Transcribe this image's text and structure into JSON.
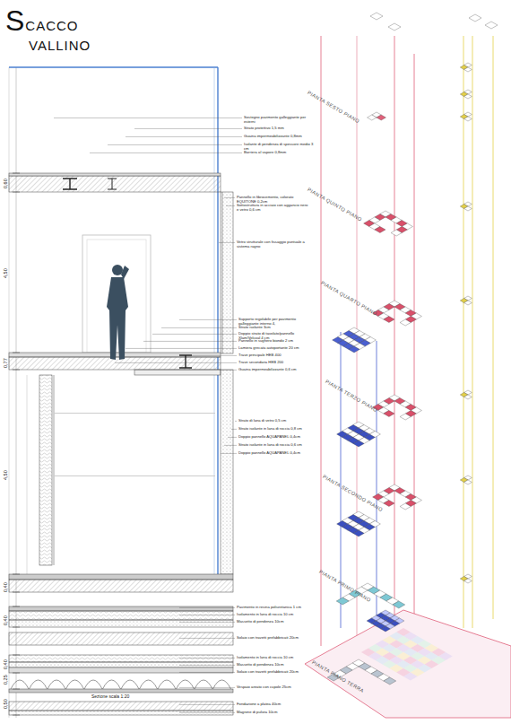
{
  "diagram": {
    "title": "SCACCO VALLINO",
    "caption": "Sezione scala 1:20",
    "labels": [
      "Sostegno pavimento galleggiante per esterni",
      "Strato protettivo 1,5 mm",
      "Guaina impermeabilizzante 0,8mm",
      "Isolante di pendenza di spessore medio 3 cm",
      "Barriera al vapore 0,8mm",
      "Pannello in fibrocemento, colorato EQUITONE 0,2cm",
      "Sottostruttura in acciaio con aggancio nero e vetro 0,6 cm",
      "Vetro strutturale con fissaggio puntuale a sistema ragno",
      "Supporto regolabile per pavimento galleggiante interno 4,",
      "Strato isolante 3cm",
      "Doppio strato di tavolato/pannello Xlam/Velcoal 4 cm",
      "Pannello in sughero biondo 2 cm",
      "Lamiera grecata autoportante 20 cm",
      "Trave principale HEB 400",
      "Trave secondaria HEB 200",
      "Guaina impermeabilizzante 0,6 cm",
      "Strato di lana di vetro 0,5 cm",
      "Strato isolante in lana di roccia 0,8 cm",
      "Doppio pannello AQUAPANEL 0,4cm",
      "Strato isolante in lana di roccia 0,6 cm",
      "Doppio pannello AQUAPANEL 0,4cm",
      "Pavimento in resina poliuretanica 1 cm",
      "Isolamento in lana di roccia 10 cm",
      "Massetto di pendenza 10cm",
      "Solaio con travetti prefabbricati 20cm",
      "Isolamento in lana di roccia 10 cm",
      "Massetto di pendenza 10cm",
      "Solaio con travetti prefabbricati 20cm",
      "Vespaio areato con cupole 25cm",
      "Fondazione a platea 40cm",
      "Magrone di pulizia 10cm",
      "0,60",
      "4,50",
      "0,77",
      "4,50",
      "0,40",
      "0,40",
      "0,40",
      "0,25",
      "0,50",
      "PIANTA SESTO PIANO",
      "PIANTA QUINTO PIANO",
      "PIANTA QUARTO PIANO",
      "PIANTA TERZO PIANO",
      "PIANTA SECONDO PIANO",
      "PIANTA PRIMO PIANO",
      "PIANTA PIANO TERRA"
    ]
  }
}
